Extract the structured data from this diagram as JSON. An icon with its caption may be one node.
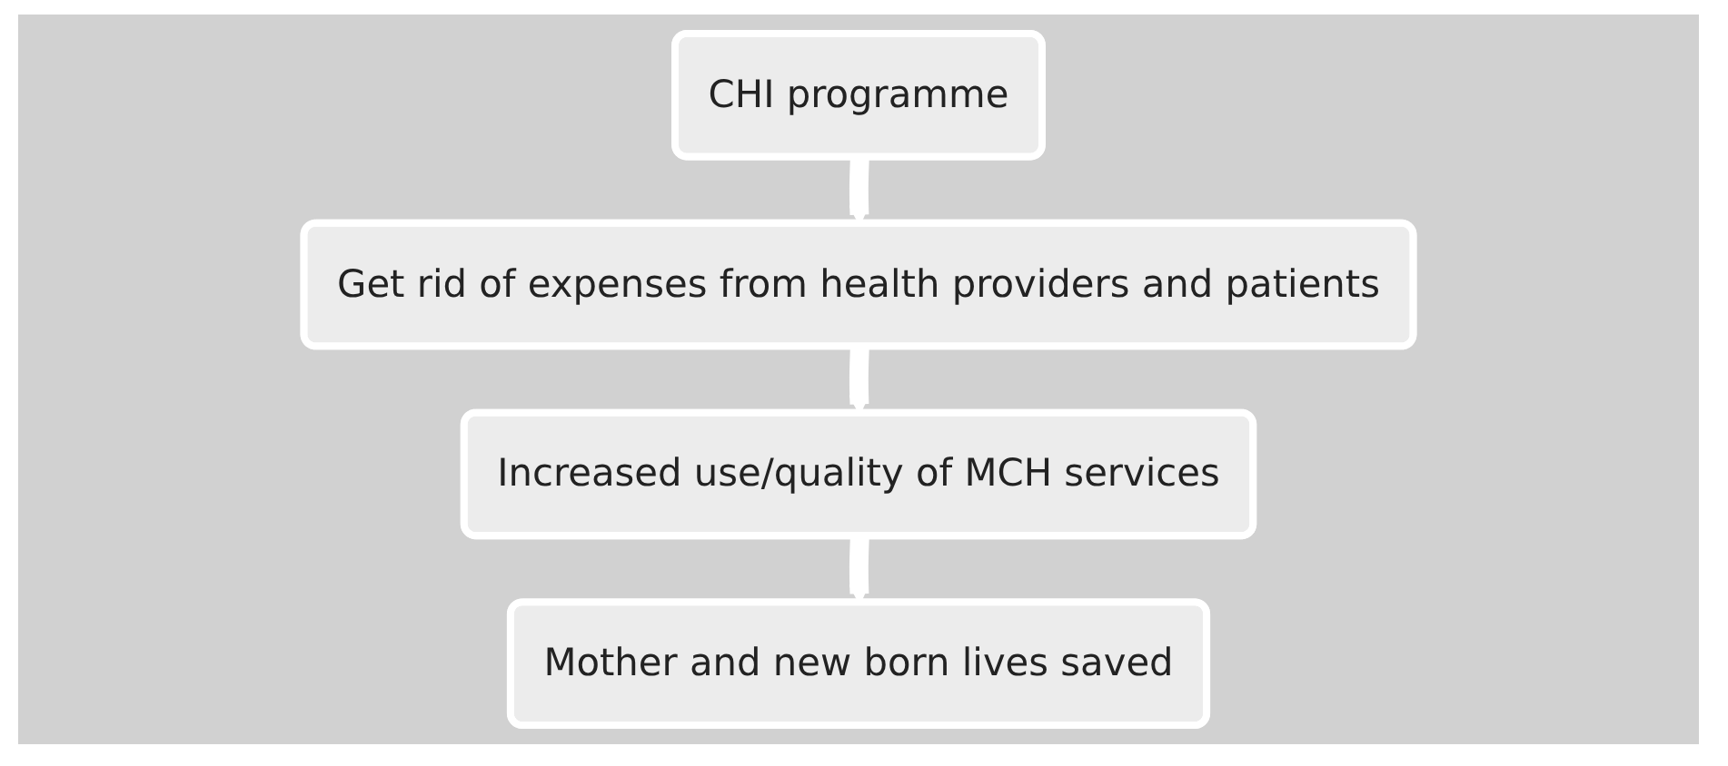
{
  "diagram": {
    "nodes": [
      {
        "text": [
          "CHI programme"
        ]
      },
      {
        "text": [
          "Get rid of expenses from health providers and patients"
        ]
      },
      {
        "text": [
          "Increased use/quality of MCH services"
        ]
      },
      {
        "text": [
          "Mother and new born lives saved"
        ]
      }
    ],
    "edges": [
      {
        "from": 0,
        "to": 1,
        "arrow": "to"
      },
      {
        "from": 1,
        "to": 2,
        "arrow": "to"
      },
      {
        "from": 2,
        "to": 3,
        "arrow": "to"
      }
    ]
  }
}
